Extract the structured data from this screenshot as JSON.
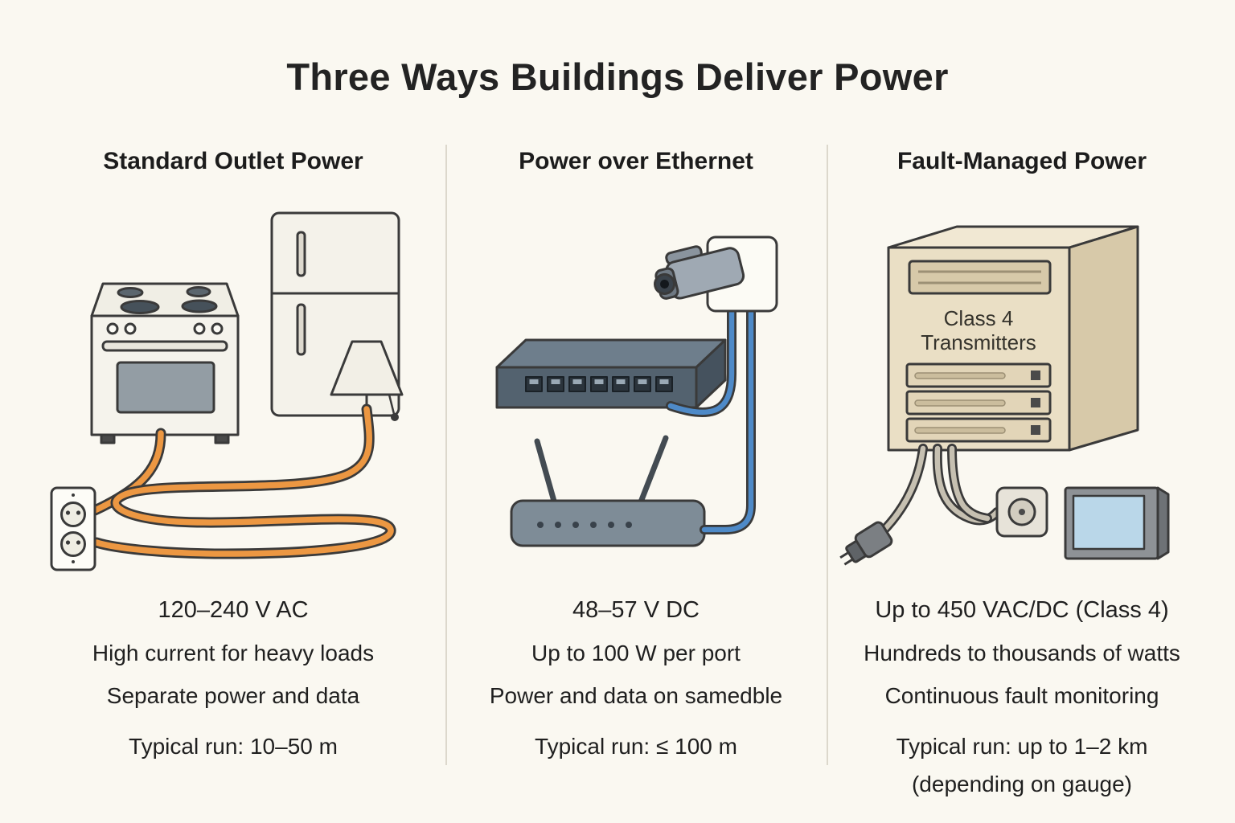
{
  "title": "Three Ways Buildings Deliver Power",
  "columns": [
    {
      "id": "standard-outlet-power",
      "heading": "Standard Outlet Power",
      "specs": {
        "voltage": "120–240 V AC",
        "feature1": "High current for heavy loads",
        "feature2": "Separate power and data",
        "run": "Typical run: 10–50 m"
      },
      "icons": [
        "stove-icon",
        "refrigerator-icon",
        "lamp-icon",
        "power-cable-icon",
        "wall-outlet-icon"
      ]
    },
    {
      "id": "power-over-ethernet",
      "heading": "Power over Ethernet",
      "specs": {
        "voltage": "48–57 V DC",
        "feature1": "Up to 100 W per port",
        "feature2": "Power and data on samedble",
        "run": "Typical run: ≤ 100 m"
      },
      "icons": [
        "security-camera-icon",
        "camera-mount-plate",
        "network-switch-icon",
        "wifi-router-icon",
        "ethernet-cable-icon"
      ]
    },
    {
      "id": "fault-managed-power",
      "heading": "Fault-Managed Power",
      "cabinet_label": {
        "line1": "Class 4",
        "line2": "Transmitters"
      },
      "specs": {
        "voltage": "Up to 450 VAC/DC (Class 4)",
        "feature1": "Hundreds to thousands of watts",
        "feature2": "Continuous fault monitoring",
        "run": "Typical run: up to 1–2 km",
        "run_note": "(depending on gauge)"
      },
      "icons": [
        "class4-cabinet-icon",
        "fmp-cable-icon",
        "power-plug-icon",
        "controller-icon",
        "display-panel-icon"
      ]
    }
  ],
  "colors": {
    "background": "#FAF8F1",
    "text": "#212121",
    "divider": "#DCD8CC",
    "power_cable": "#EC9742",
    "ethernet_cable": "#4E8AC8",
    "cabinet_beige": "#EADFC5",
    "screen_blue": "#BAD7E9"
  }
}
